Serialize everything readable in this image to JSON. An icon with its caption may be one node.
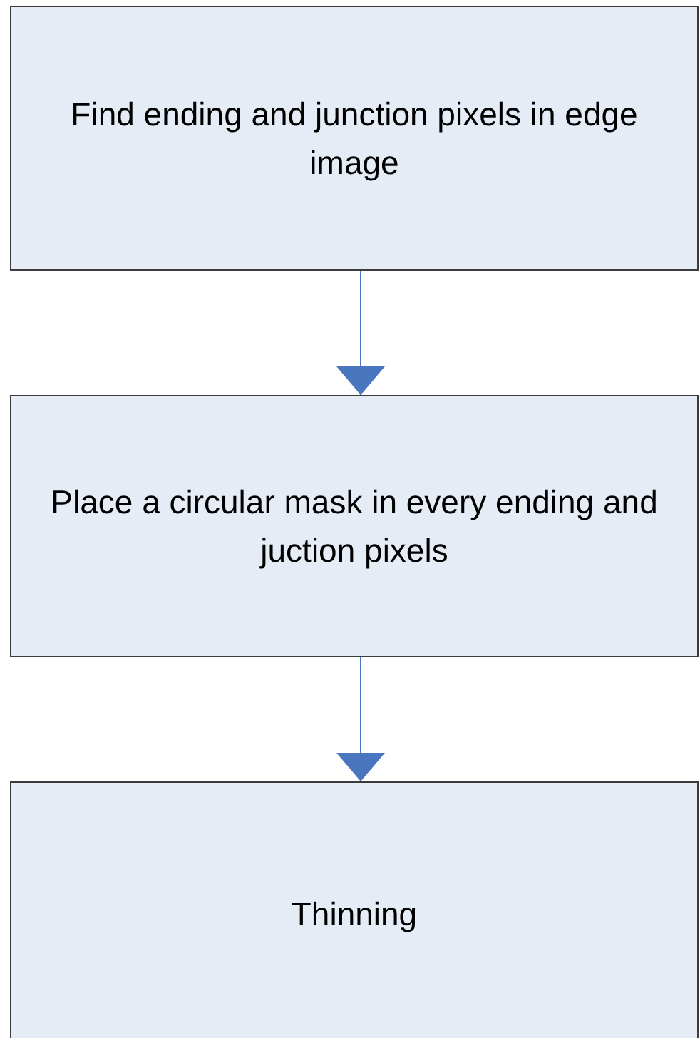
{
  "diagram": {
    "nodes": [
      {
        "text": [
          "Find ending and junction pixels in edge image"
        ]
      },
      {
        "text": [
          "Place a circular mask in every ending and juction pixels"
        ]
      },
      {
        "text": [
          "Thinning"
        ]
      }
    ],
    "edges": [
      {
        "from": 0,
        "to": 1,
        "arrow": "to"
      },
      {
        "from": 1,
        "to": 2,
        "arrow": "to"
      }
    ]
  }
}
